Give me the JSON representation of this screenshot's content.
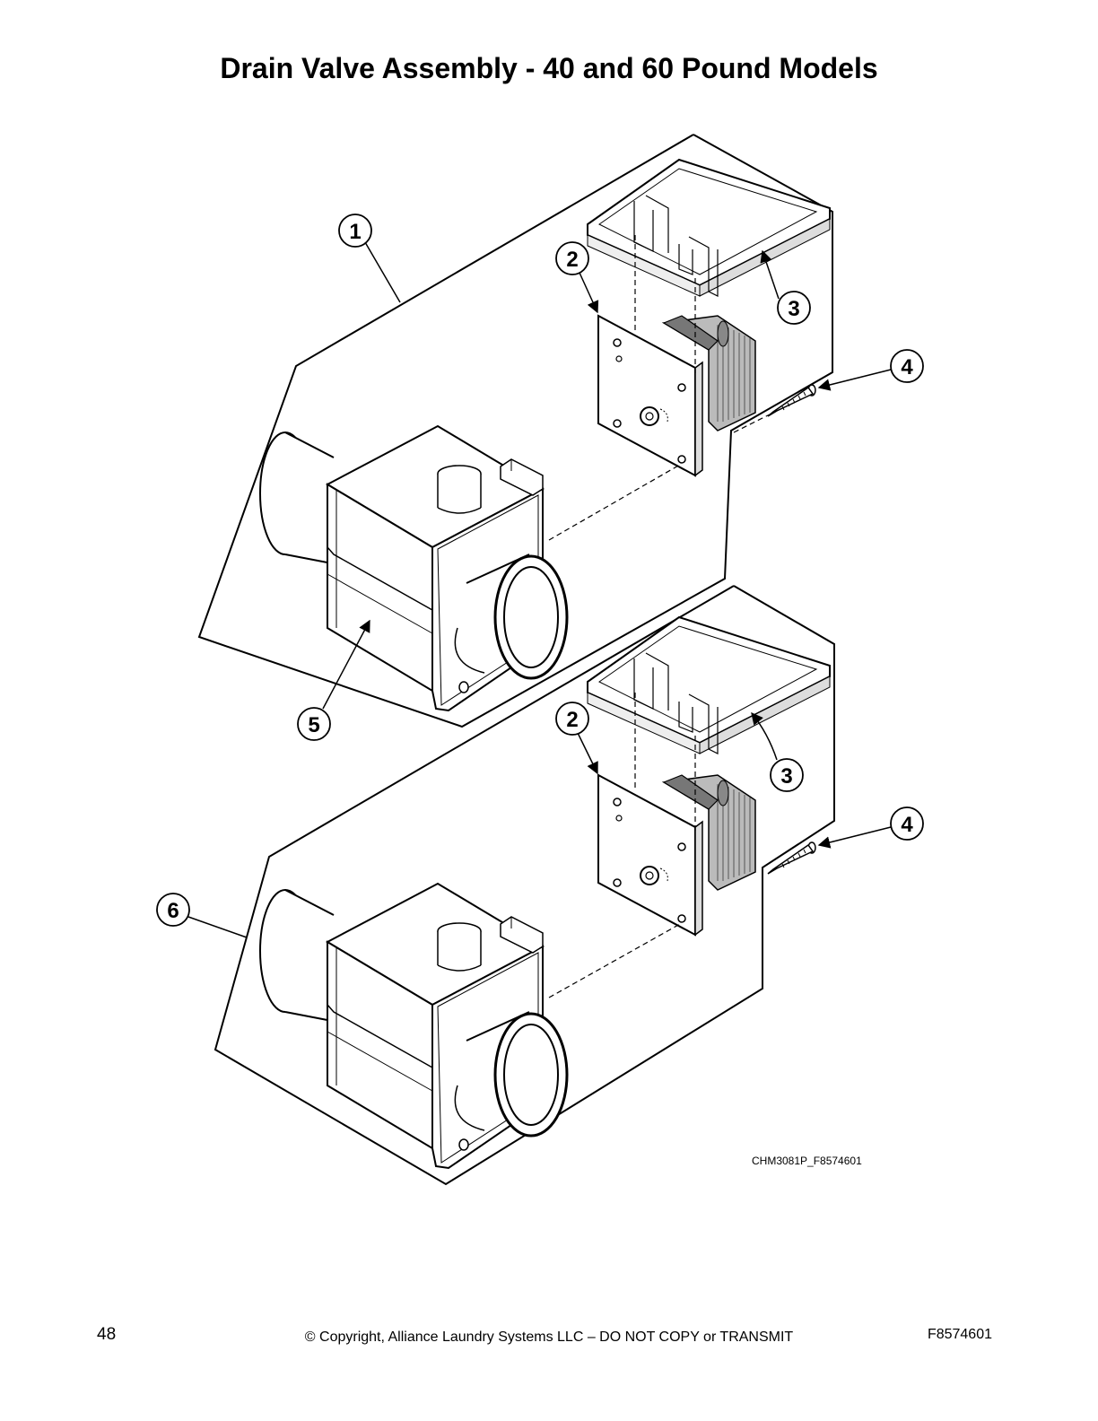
{
  "header": {
    "title": "Drain Valve Assembly - 40 and 60 Pound Models"
  },
  "diagram": {
    "callouts": [
      "1",
      "2",
      "3",
      "4",
      "5",
      "2",
      "3",
      "4",
      "6"
    ],
    "figure_id": "CHM3081P_F8574601"
  },
  "footer": {
    "page_number": "48",
    "copyright": "© Copyright, Alliance Laundry Systems LLC – DO NOT COPY or TRANSMIT",
    "document_id": "F8574601"
  }
}
